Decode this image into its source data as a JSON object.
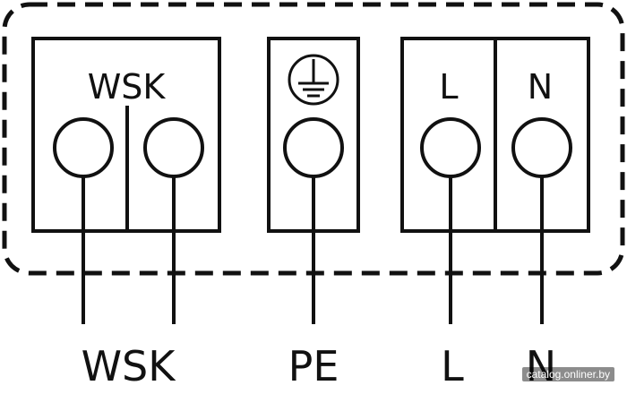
{
  "diagram": {
    "blocks": [
      {
        "name": "wsk-block",
        "label": "WSK",
        "terminals": [
          "WSK",
          "WSK"
        ]
      },
      {
        "name": "pe-block",
        "icon": "ground-icon",
        "terminals": [
          "PE"
        ]
      },
      {
        "name": "power-block",
        "terminals": [
          "L",
          "N"
        ],
        "terminal_labels": [
          "L",
          "N"
        ]
      }
    ],
    "wire_labels": {
      "wsk": "WSK",
      "pe": "PE",
      "l": "L",
      "n": "N"
    },
    "colors": {
      "stroke": "#111111",
      "background": "#ffffff"
    }
  },
  "watermark": "catalog.onliner.by"
}
